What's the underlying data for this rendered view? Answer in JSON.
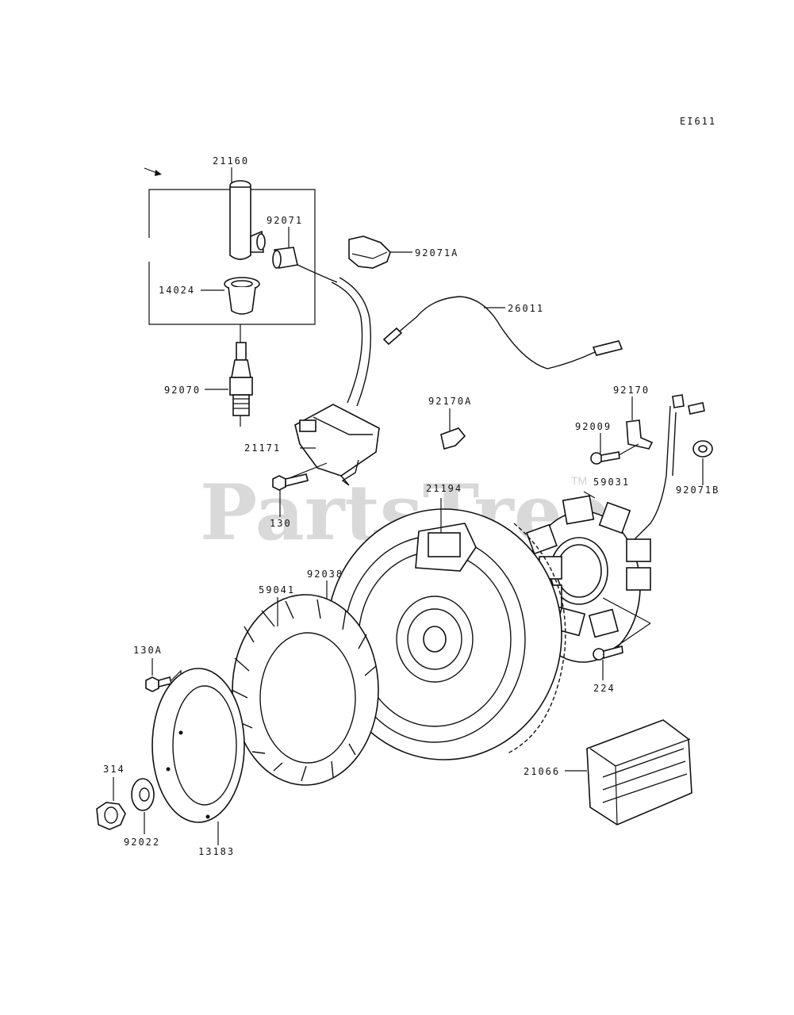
{
  "diagram_code": "EI611",
  "watermark": {
    "text": "PartsTree",
    "tm": "TM"
  },
  "part_numbers": {
    "p21160": "21160",
    "p92071": "92071",
    "p92071A": "92071A",
    "p14024": "14024",
    "p26011": "26011",
    "p92070": "92070",
    "p92170A": "92170A",
    "p92170": "92170",
    "p92009": "92009",
    "p21171": "21171",
    "p92071B": "92071B",
    "p59031": "59031",
    "p130": "130",
    "p21194": "21194",
    "p92038": "92038",
    "p59041": "59041",
    "p130A": "130A",
    "p224": "224",
    "p314": "314",
    "p21066": "21066",
    "p92022": "92022",
    "p13183": "13183"
  }
}
